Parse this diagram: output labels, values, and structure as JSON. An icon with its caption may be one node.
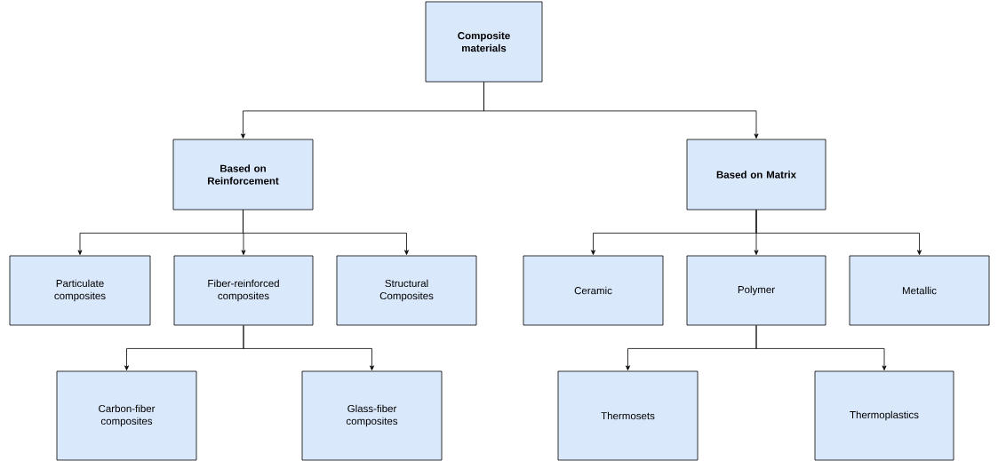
{
  "diagram": {
    "nodes": [
      {
        "text": [
          "Composite materials"
        ]
      },
      {
        "text": [
          "Based on Reinforcement"
        ]
      },
      {
        "text": [
          "Based on Matrix"
        ]
      },
      {
        "text": [
          "Particulate composites"
        ]
      },
      {
        "text": [
          "Fiber-reinforced composites"
        ]
      },
      {
        "text": [
          "Structural Composites"
        ]
      },
      {
        "text": [
          "Ceramic"
        ]
      },
      {
        "text": [
          "Polymer"
        ]
      },
      {
        "text": [
          "Metallic"
        ]
      },
      {
        "text": [
          "Carbon-fiber composites"
        ]
      },
      {
        "text": [
          "Glass-fiber composites"
        ]
      },
      {
        "text": [
          "Thermosets"
        ]
      },
      {
        "text": [
          "Thermoplastics"
        ]
      }
    ],
    "edges": [
      {
        "from": 0,
        "to": 1,
        "arrow": "to"
      },
      {
        "from": 0,
        "to": 2,
        "arrow": "to"
      },
      {
        "from": 1,
        "to": 3,
        "arrow": "to"
      },
      {
        "from": 1,
        "to": 4,
        "arrow": "to"
      },
      {
        "from": 1,
        "to": 5,
        "arrow": "to"
      },
      {
        "from": 2,
        "to": 6,
        "arrow": "to"
      },
      {
        "from": 2,
        "to": 7,
        "arrow": "to"
      },
      {
        "from": 2,
        "to": 8,
        "arrow": "to"
      },
      {
        "from": 4,
        "to": 9,
        "arrow": "to"
      },
      {
        "from": 4,
        "to": 10,
        "arrow": "to"
      },
      {
        "from": 7,
        "to": 11,
        "arrow": "to"
      },
      {
        "from": 7,
        "to": 12,
        "arrow": "to"
      }
    ]
  }
}
